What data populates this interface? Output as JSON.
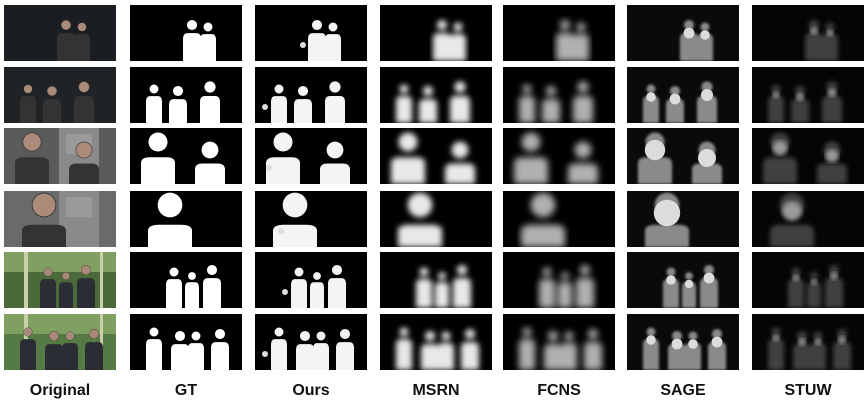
{
  "figure": {
    "columns": [
      "Original",
      "GT",
      "Ours",
      "MSRN",
      "FCNS",
      "SAGE",
      "STUW"
    ],
    "rows": [
      {
        "scene": "dark-indoor-group"
      },
      {
        "scene": "dark-indoor-crowd"
      },
      {
        "scene": "grayscale-two-people"
      },
      {
        "scene": "grayscale-kiss"
      },
      {
        "scene": "outdoor-trees-group"
      },
      {
        "scene": "outdoor-trees-group-close"
      }
    ]
  }
}
